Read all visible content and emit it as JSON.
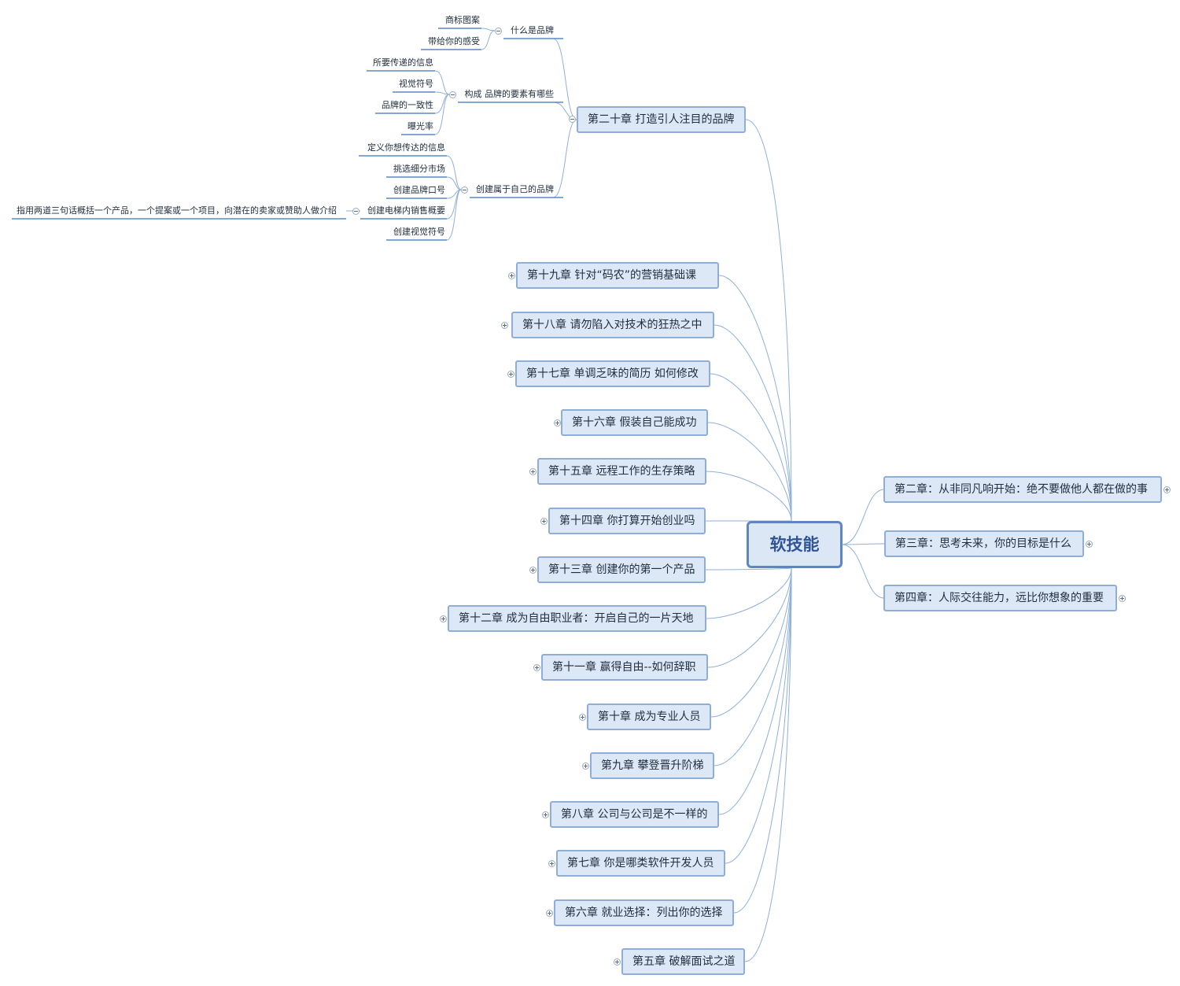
{
  "root": {
    "label": "软技能"
  },
  "right_branches": [
    {
      "label": "第二章：从非同凡响开始：绝不要做他人都在做的事",
      "collapsed": true
    },
    {
      "label": "第三章：思考未来，你的目标是什么",
      "collapsed": true
    },
    {
      "label": "第四章：人际交往能力，远比你想象的重要",
      "collapsed": true
    }
  ],
  "left_branches": [
    {
      "label": "第二十章 打造引人注目的品牌",
      "collapsed": false
    },
    {
      "label": "第十九章 针对“码农”的营销基础课",
      "collapsed": true
    },
    {
      "label": "第十八章 请勿陷入对技术的狂热之中",
      "collapsed": true
    },
    {
      "label": "第十七章 单调乏味的简历 如何修改",
      "collapsed": true
    },
    {
      "label": "第十六章 假装自己能成功",
      "collapsed": true
    },
    {
      "label": "第十五章 远程工作的生存策略",
      "collapsed": true
    },
    {
      "label": "第十四章 你打算开始创业吗",
      "collapsed": true
    },
    {
      "label": "第十三章 创建你的第一个产品",
      "collapsed": true
    },
    {
      "label": "第十二章 成为自由职业者：开启自己的一片天地",
      "collapsed": true
    },
    {
      "label": "第十一章 赢得自由--如何辞职",
      "collapsed": true
    },
    {
      "label": "第十章 成为专业人员",
      "collapsed": true
    },
    {
      "label": "第九章 攀登晋升阶梯",
      "collapsed": true
    },
    {
      "label": "第八章 公司与公司是不一样的",
      "collapsed": true
    },
    {
      "label": "第七章 你是哪类软件开发人员",
      "collapsed": true
    },
    {
      "label": "第六章 就业选择：列出你的选择",
      "collapsed": true
    },
    {
      "label": "第五章 破解面试之道",
      "collapsed": true
    }
  ],
  "brand_subtopics": [
    {
      "label": "什么是品牌",
      "children": [
        {
          "label": "商标图案"
        },
        {
          "label": "带给你的感受"
        }
      ]
    },
    {
      "label": "构成 品牌的要素有哪些",
      "children": [
        {
          "label": "所要传递的信息"
        },
        {
          "label": "视觉符号"
        },
        {
          "label": "品牌的一致性"
        },
        {
          "label": "曝光率"
        }
      ]
    },
    {
      "label": "创建属于自己的品牌",
      "children": [
        {
          "label": "定义你想传达的信息"
        },
        {
          "label": "挑选细分市场"
        },
        {
          "label": "创建品牌口号"
        },
        {
          "label": "创建电梯内销售概要",
          "children": [
            {
              "label": "指用两道三句话概括一个产品，一个提案或一个项目，向潜在的卖家或赞助人做介绍"
            }
          ]
        },
        {
          "label": "创建视觉符号"
        }
      ]
    }
  ],
  "colors": {
    "connector": "#8fb0d9",
    "underline": "#5b89c7",
    "node_fill": "#dde8f6",
    "node_border": "#8eaed8",
    "root_border": "#5c86c4",
    "root_text": "#2f5597"
  }
}
